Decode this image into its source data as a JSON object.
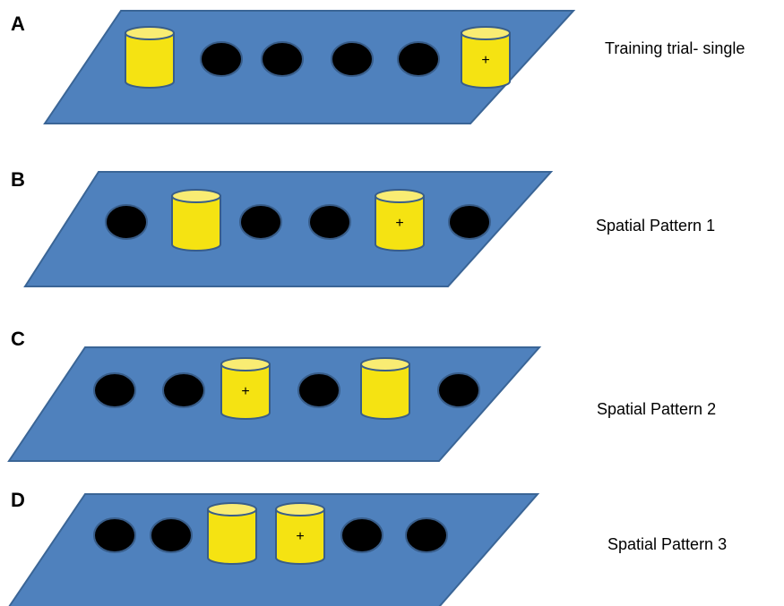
{
  "panels": [
    {
      "letter": "A",
      "caption": "Training trial- single",
      "slots": [
        "cup",
        "hole",
        "hole",
        "hole",
        "hole",
        "cup-plus"
      ]
    },
    {
      "letter": "B",
      "caption": "Spatial Pattern  1",
      "slots": [
        "hole",
        "cup",
        "hole",
        "hole",
        "cup-plus",
        "hole"
      ]
    },
    {
      "letter": "C",
      "caption": "Spatial Pattern  2",
      "slots": [
        "hole",
        "hole",
        "cup-plus",
        "hole",
        "cup",
        "hole"
      ]
    },
    {
      "letter": "D",
      "caption": "Spatial Pattern  3",
      "slots": [
        "hole",
        "hole",
        "cup",
        "cup-plus",
        "hole",
        "hole"
      ]
    }
  ],
  "marker_symbol": "+",
  "colors": {
    "board": "#4f81bd",
    "hole": "#000000",
    "cup_body": "#f5e312",
    "cup_top": "#f9ec73",
    "outline": "#385d8a"
  }
}
